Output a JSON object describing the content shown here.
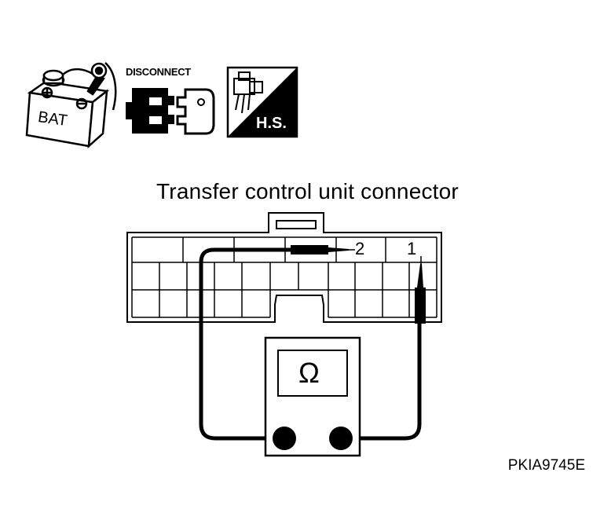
{
  "figure": {
    "title": "Transfer control unit connector",
    "code": "PKIA9745E"
  },
  "connector": {
    "pin_labels": [
      "2",
      "1"
    ]
  },
  "icons": {
    "battery": {
      "name": "battery-disconnect-icon",
      "label": "BAT"
    },
    "disconnect": {
      "name": "connector-disconnect-icon",
      "label": "DISCONNECT"
    },
    "harness_side": {
      "name": "harness-side-icon",
      "label": "H.S."
    }
  },
  "meter": {
    "symbol": "Ω"
  }
}
